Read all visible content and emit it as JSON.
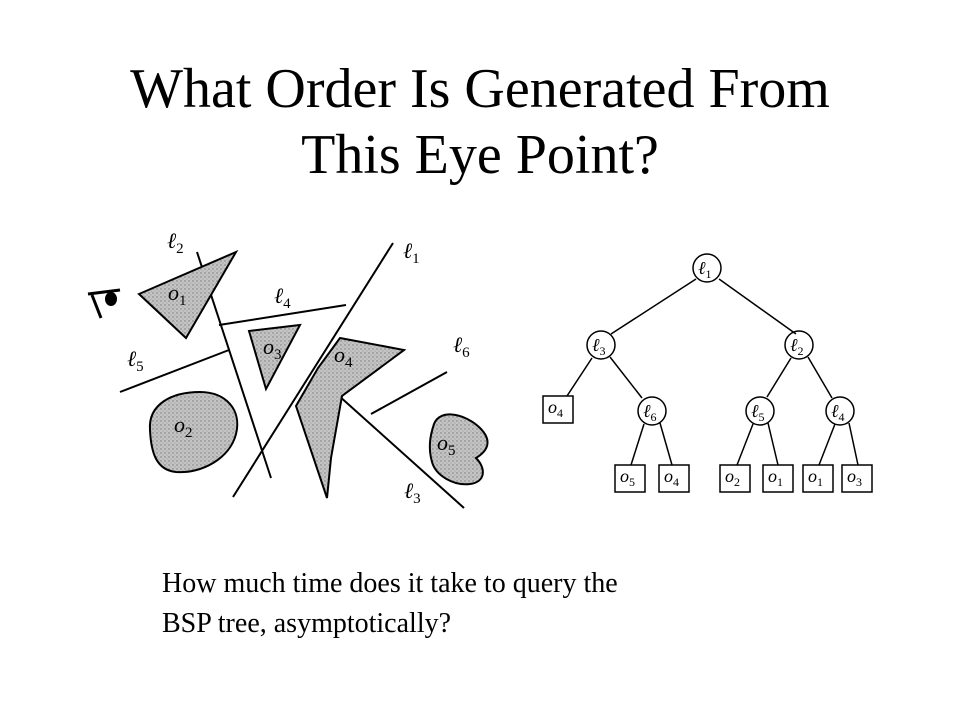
{
  "slide": {
    "title_line1": "What Order Is Generated From",
    "title_line2": "This Eye Point?",
    "question_line1": "How much time does it take to query the",
    "question_line2": "BSP tree, asymptotically?"
  },
  "scene": {
    "lines": [
      {
        "name": "line-l1",
        "letter": "ℓ",
        "sub": "1"
      },
      {
        "name": "line-l2",
        "letter": "ℓ",
        "sub": "2"
      },
      {
        "name": "line-l3",
        "letter": "ℓ",
        "sub": "3"
      },
      {
        "name": "line-l4",
        "letter": "ℓ",
        "sub": "4"
      },
      {
        "name": "line-l5",
        "letter": "ℓ",
        "sub": "5"
      },
      {
        "name": "line-l6",
        "letter": "ℓ",
        "sub": "6"
      }
    ],
    "objects": [
      {
        "name": "object-o1",
        "letter": "o",
        "sub": "1"
      },
      {
        "name": "object-o2",
        "letter": "o",
        "sub": "2"
      },
      {
        "name": "object-o3",
        "letter": "o",
        "sub": "3"
      },
      {
        "name": "object-o4",
        "letter": "o",
        "sub": "4"
      },
      {
        "name": "object-o5",
        "letter": "o",
        "sub": "5"
      }
    ],
    "eye_icon": "eye-icon"
  },
  "tree": {
    "internal_nodes": [
      {
        "id": "n-l1",
        "letter": "ℓ",
        "sub": "1"
      },
      {
        "id": "n-l3",
        "letter": "ℓ",
        "sub": "3"
      },
      {
        "id": "n-l2",
        "letter": "ℓ",
        "sub": "2"
      },
      {
        "id": "n-l6",
        "letter": "ℓ",
        "sub": "6"
      },
      {
        "id": "n-l5",
        "letter": "ℓ",
        "sub": "5"
      },
      {
        "id": "n-l4",
        "letter": "ℓ",
        "sub": "4"
      }
    ],
    "leaf_nodes": [
      {
        "id": "leaf-o4a",
        "letter": "o",
        "sub": "4"
      },
      {
        "id": "leaf-o5",
        "letter": "o",
        "sub": "5"
      },
      {
        "id": "leaf-o4b",
        "letter": "o",
        "sub": "4"
      },
      {
        "id": "leaf-o2",
        "letter": "o",
        "sub": "2"
      },
      {
        "id": "leaf-o1a",
        "letter": "o",
        "sub": "1"
      },
      {
        "id": "leaf-o1b",
        "letter": "o",
        "sub": "1"
      },
      {
        "id": "leaf-o3",
        "letter": "o",
        "sub": "3"
      }
    ]
  },
  "colors": {
    "object_fill": "#c8c8c8",
    "stroke": "#000000"
  }
}
